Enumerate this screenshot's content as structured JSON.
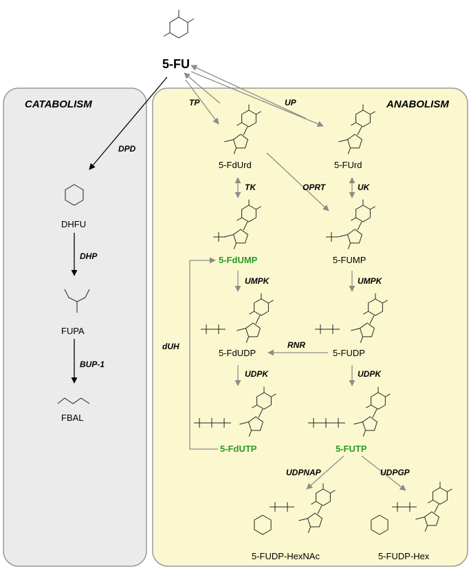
{
  "colors": {
    "catabolism_bg": "#ebebeb",
    "anabolism_bg": "#fbf8cf",
    "panel_border": "#9a9a9a",
    "catabolic_arrow": "#000000",
    "anabolic_arrow": "#8c8c8c",
    "highlight_text": "#2a9a2a"
  },
  "top": {
    "label": "5-FU"
  },
  "catabolism": {
    "title": "CATABOLISM",
    "molecules": [
      {
        "id": "dhfu",
        "label": "DHFU"
      },
      {
        "id": "fupa",
        "label": "FUPA"
      },
      {
        "id": "fbal",
        "label": "FBAL"
      }
    ],
    "enzymes": [
      {
        "id": "dpd",
        "label": "DPD"
      },
      {
        "id": "dhp",
        "label": "DHP"
      },
      {
        "id": "bup1",
        "label": "BUP-1"
      }
    ]
  },
  "anabolism": {
    "title": "ANABOLISM",
    "molecules": [
      {
        "id": "fdurd",
        "label": "5-FdUrd",
        "highlight": false
      },
      {
        "id": "furd",
        "label": "5-FUrd",
        "highlight": false
      },
      {
        "id": "fdump",
        "label": "5-FdUMP",
        "highlight": true
      },
      {
        "id": "fump",
        "label": "5-FUMP",
        "highlight": false
      },
      {
        "id": "fdudp",
        "label": "5-FdUDP",
        "highlight": false
      },
      {
        "id": "fudp",
        "label": "5-FUDP",
        "highlight": false
      },
      {
        "id": "fdutp",
        "label": "5-FdUTP",
        "highlight": true
      },
      {
        "id": "futp",
        "label": "5-FUTP",
        "highlight": true
      },
      {
        "id": "hexnac",
        "label": "5-FUDP-HexNAc",
        "highlight": false
      },
      {
        "id": "hex",
        "label": "5-FUDP-Hex",
        "highlight": false
      }
    ],
    "enzymes": [
      {
        "id": "tp",
        "label": "TP"
      },
      {
        "id": "up",
        "label": "UP"
      },
      {
        "id": "tk",
        "label": "TK"
      },
      {
        "id": "oprt",
        "label": "OPRT"
      },
      {
        "id": "uk",
        "label": "UK"
      },
      {
        "id": "umpk_left",
        "label": "UMPK"
      },
      {
        "id": "umpk_right",
        "label": "UMPK"
      },
      {
        "id": "rnr",
        "label": "RNR"
      },
      {
        "id": "duh",
        "label": "dUH"
      },
      {
        "id": "udpk_left",
        "label": "UDPK"
      },
      {
        "id": "udpk_right",
        "label": "UDPK"
      },
      {
        "id": "udpnap",
        "label": "UDPNAP"
      },
      {
        "id": "udpgp",
        "label": "UDPGP"
      }
    ]
  }
}
